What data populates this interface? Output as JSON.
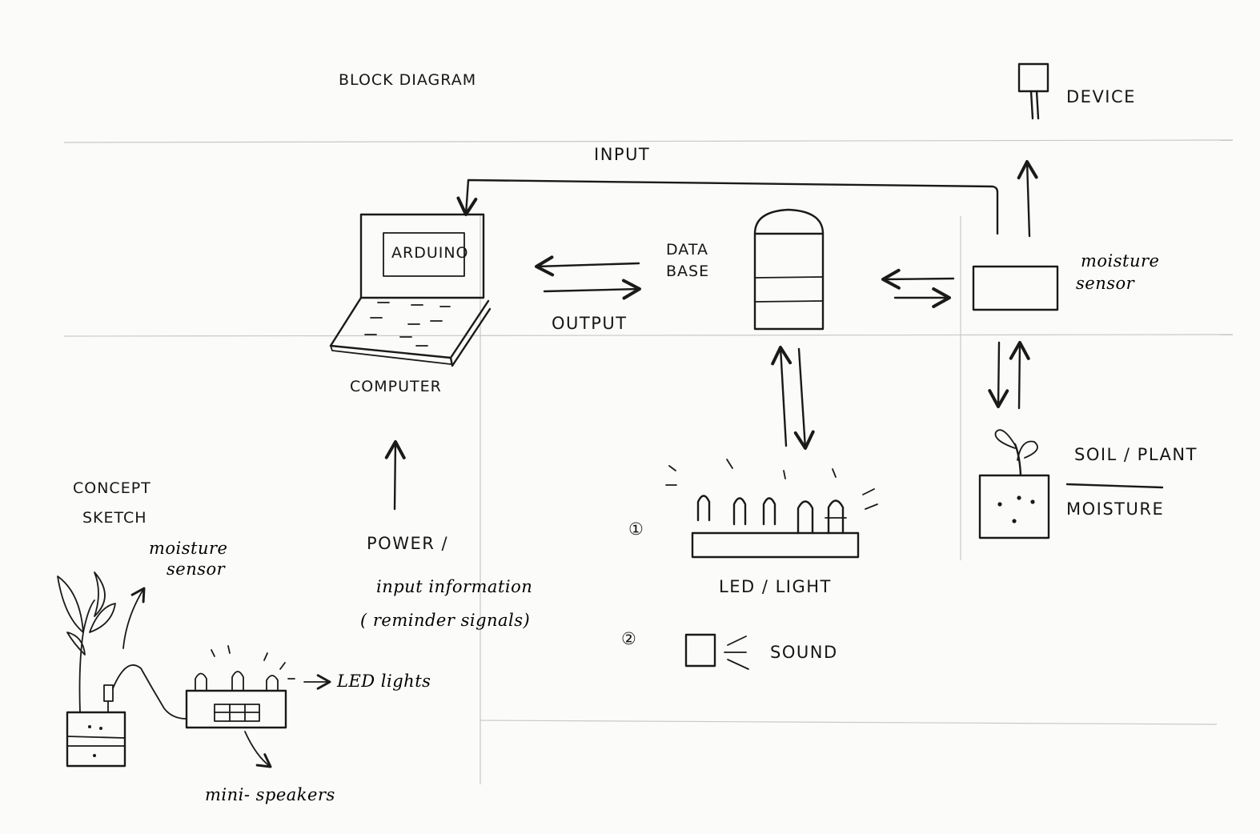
{
  "title": "BLOCK DIAGRAM",
  "labels": {
    "input": "INPUT",
    "output": "OUTPUT",
    "computer": "COMPUTER",
    "arduino": "ARDUINO",
    "database_line1": "DATA",
    "database_line2": "BASE",
    "device": "DEVICE",
    "moisture_sensor_line1": "moisture",
    "moisture_sensor_line2": "sensor",
    "soil_plant": "SOIL / PLANT",
    "moisture": "MOISTURE",
    "power_line1": "POWER /",
    "power_line2": "input information",
    "power_line3": "( reminder signals)",
    "led_light": "LED / LIGHT",
    "sound": "SOUND",
    "option_1": "①",
    "option_2": "②"
  },
  "concept": {
    "title_line1": "CONCEPT",
    "title_line2": "SKETCH",
    "sensor_line1": "moisture",
    "sensor_line2": "sensor",
    "led_lights": "LED lights",
    "mini_speakers": "mini- speakers"
  }
}
